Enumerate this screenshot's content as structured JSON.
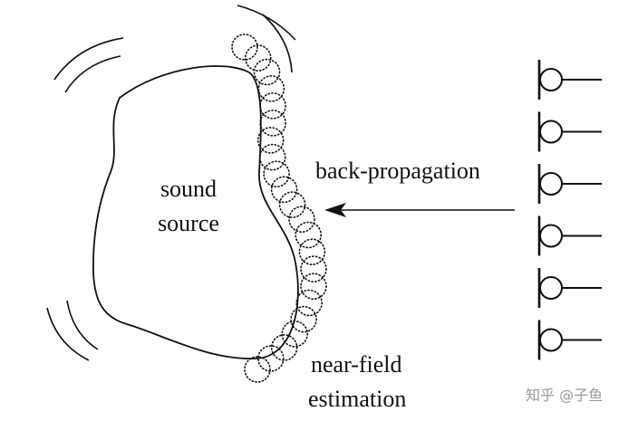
{
  "labels": {
    "source_line1": "sound",
    "source_line2": "source",
    "arrow_label": "back-propagation",
    "estimation_line1": "near-field",
    "estimation_line2": "estimation"
  },
  "watermark": "知乎 @子鱼",
  "microphone_count": 6,
  "estimation_point_count": 22,
  "colors": {
    "ink": "#111111",
    "watermark": "#9a9a9a",
    "background": "#ffffff"
  }
}
